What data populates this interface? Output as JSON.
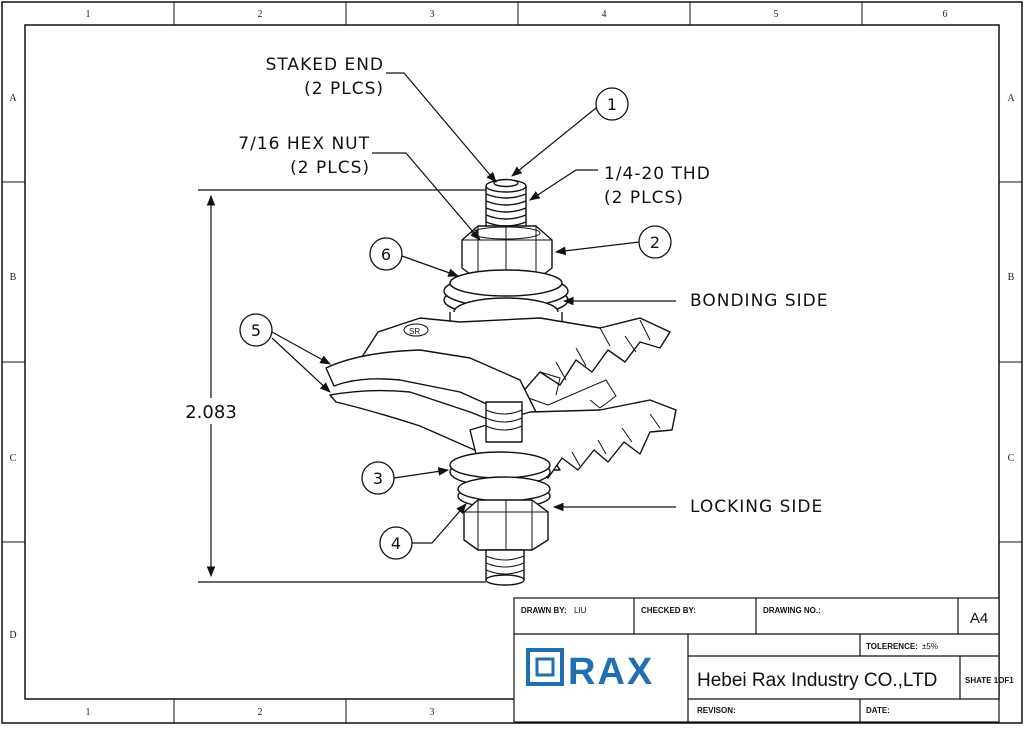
{
  "border": {
    "columns_top": [
      "1",
      "2",
      "3",
      "4",
      "5",
      "6"
    ],
    "columns_bottom": [
      "1",
      "2",
      "3"
    ],
    "rows": [
      "A",
      "B",
      "C",
      "D"
    ]
  },
  "callouts": {
    "staked_end": [
      "STAKED END",
      "(2 PLCS)"
    ],
    "hex_nut": [
      "7/16 HEX NUT",
      "(2 PLCS)"
    ],
    "thread": [
      "1/4-20 THD",
      "(2 PLCS)"
    ],
    "bonding_side": "BONDING SIDE",
    "locking_side": "LOCKING SIDE"
  },
  "balloons": [
    "1",
    "2",
    "3",
    "4",
    "5",
    "6"
  ],
  "dimension": "2.083",
  "title_block": {
    "drawn_by_label": "DRAWN BY:",
    "drawn_by_value": "LIU",
    "checked_by_label": "CHECKED BY:",
    "drawing_no_label": "DRAWING NO.:",
    "size": "A4",
    "tolerance_label": "TOLERENCE:",
    "tolerance_value": "±5%",
    "logo_text": "RAX",
    "company": "Hebei Rax Industry CO.,LTD",
    "sheet": "SHATE 1OF1",
    "revision_label": "REVISON:",
    "date_label": "DATE:"
  },
  "colors": {
    "logo_blue": "#1f6fb2",
    "line": "#111111"
  }
}
